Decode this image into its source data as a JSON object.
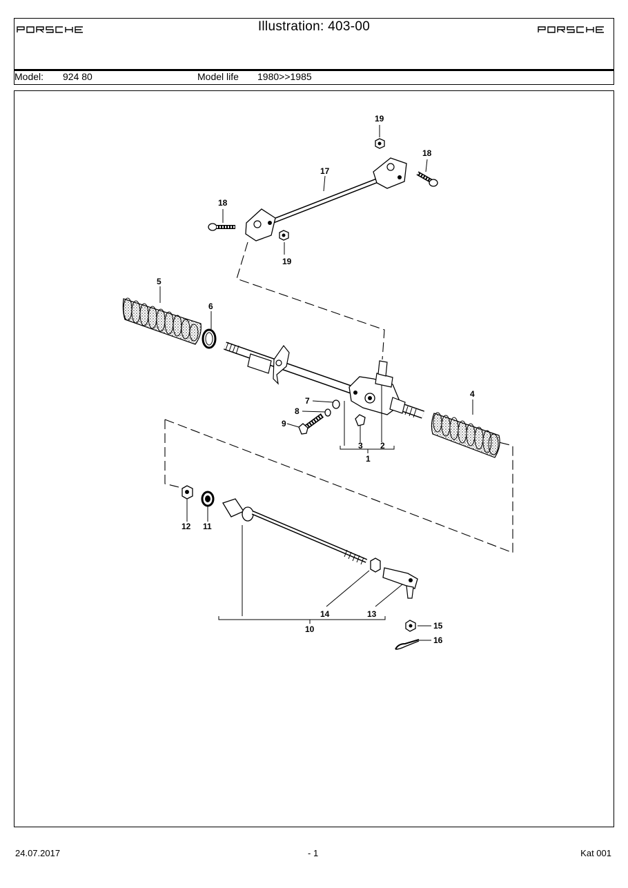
{
  "header": {
    "brand": "PORSCHE",
    "title": "Illustration: 403-00",
    "model_label": "Model:",
    "model_value": "924 80",
    "model_life_label": "Model life",
    "model_life_value": "1980>>1985"
  },
  "drawing": {
    "callouts": [
      "19",
      "18",
      "17",
      "18",
      "19",
      "5",
      "6",
      "4",
      "7",
      "8",
      "9",
      "3",
      "2",
      "1",
      "12",
      "11",
      "14",
      "13",
      "10",
      "15",
      "16"
    ]
  },
  "footer": {
    "date": "24.07.2017",
    "page": "- 1",
    "catalog": "Kat 001"
  }
}
